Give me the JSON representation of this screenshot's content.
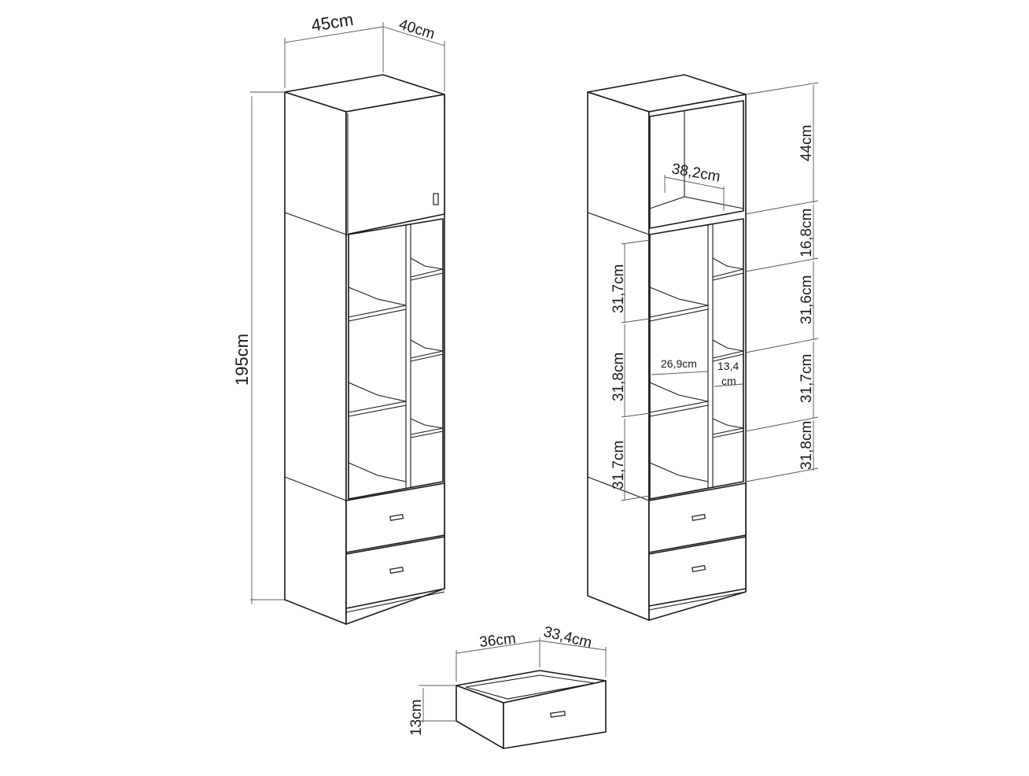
{
  "colors": {
    "line": "#1a1a1a",
    "dimension_line": "#555555",
    "background": "#ffffff"
  },
  "left_view": {
    "width_label": "45cm",
    "depth_label": "40cm",
    "height_label": "195cm"
  },
  "right_view": {
    "top_compartment_height": "44cm",
    "top_compartment_width": "38,2cm",
    "right_col": [
      "16,8cm",
      "31,6cm",
      "31,7cm",
      "31,8cm"
    ],
    "left_col": [
      "31,7cm",
      "31,8cm",
      "31,7cm"
    ],
    "inner_width": "26,9cm",
    "narrow_width_line1": "13,4",
    "narrow_width_line2": "cm"
  },
  "drawer_view": {
    "width_label": "36cm",
    "depth_label": "33,4cm",
    "height_label": "13cm"
  }
}
